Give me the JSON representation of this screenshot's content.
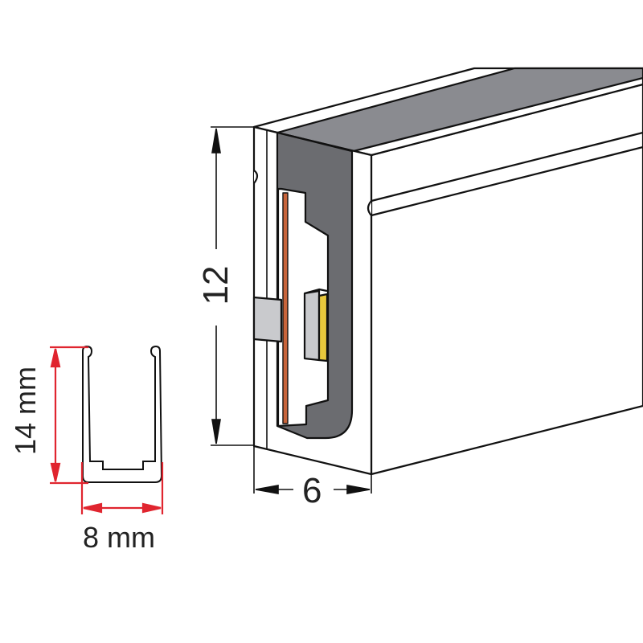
{
  "dimensions": {
    "height_label": "12",
    "width_label": "6",
    "section_height_label": "14 mm",
    "section_width_label": "8 mm"
  },
  "colors": {
    "outline": "#111111",
    "diffuser_gray": "#6b6c70",
    "top_strip": "#8a8b90",
    "pcb_copper": "#c8643a",
    "led_yellow": "#e8c83c",
    "clip_gray": "#c9cacd",
    "dimension_red": "#e0252f"
  }
}
